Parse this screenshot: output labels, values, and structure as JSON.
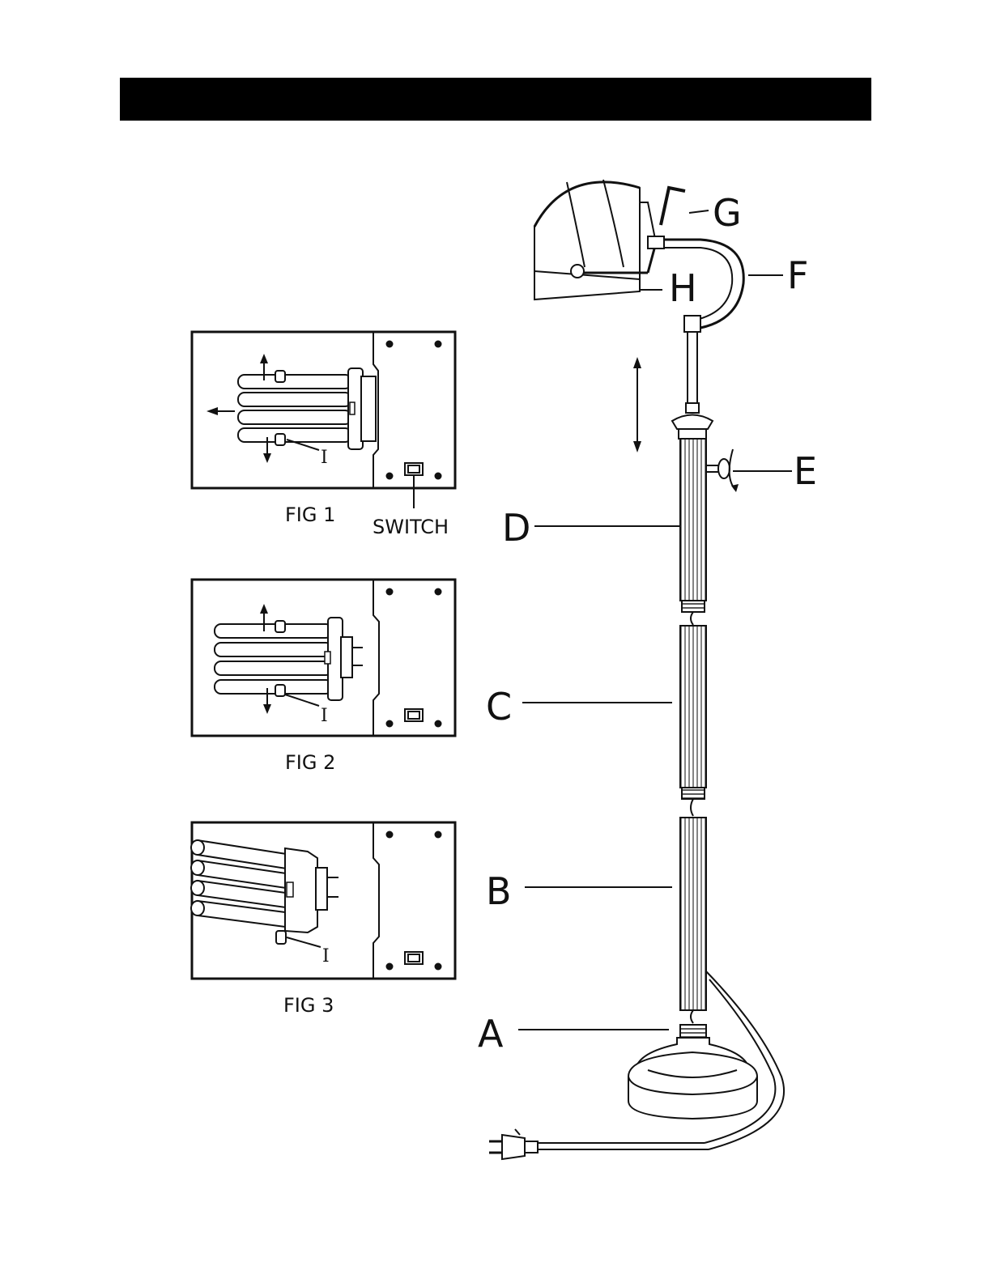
{
  "labels": {
    "A": "A",
    "B": "B",
    "C": "C",
    "D": "D",
    "E": "E",
    "F": "F",
    "G": "G",
    "H": "H",
    "I": "I"
  },
  "figures": {
    "fig1": "FIG 1",
    "fig2": "FIG 2",
    "fig3": "FIG 3",
    "switch": "SWITCH"
  }
}
